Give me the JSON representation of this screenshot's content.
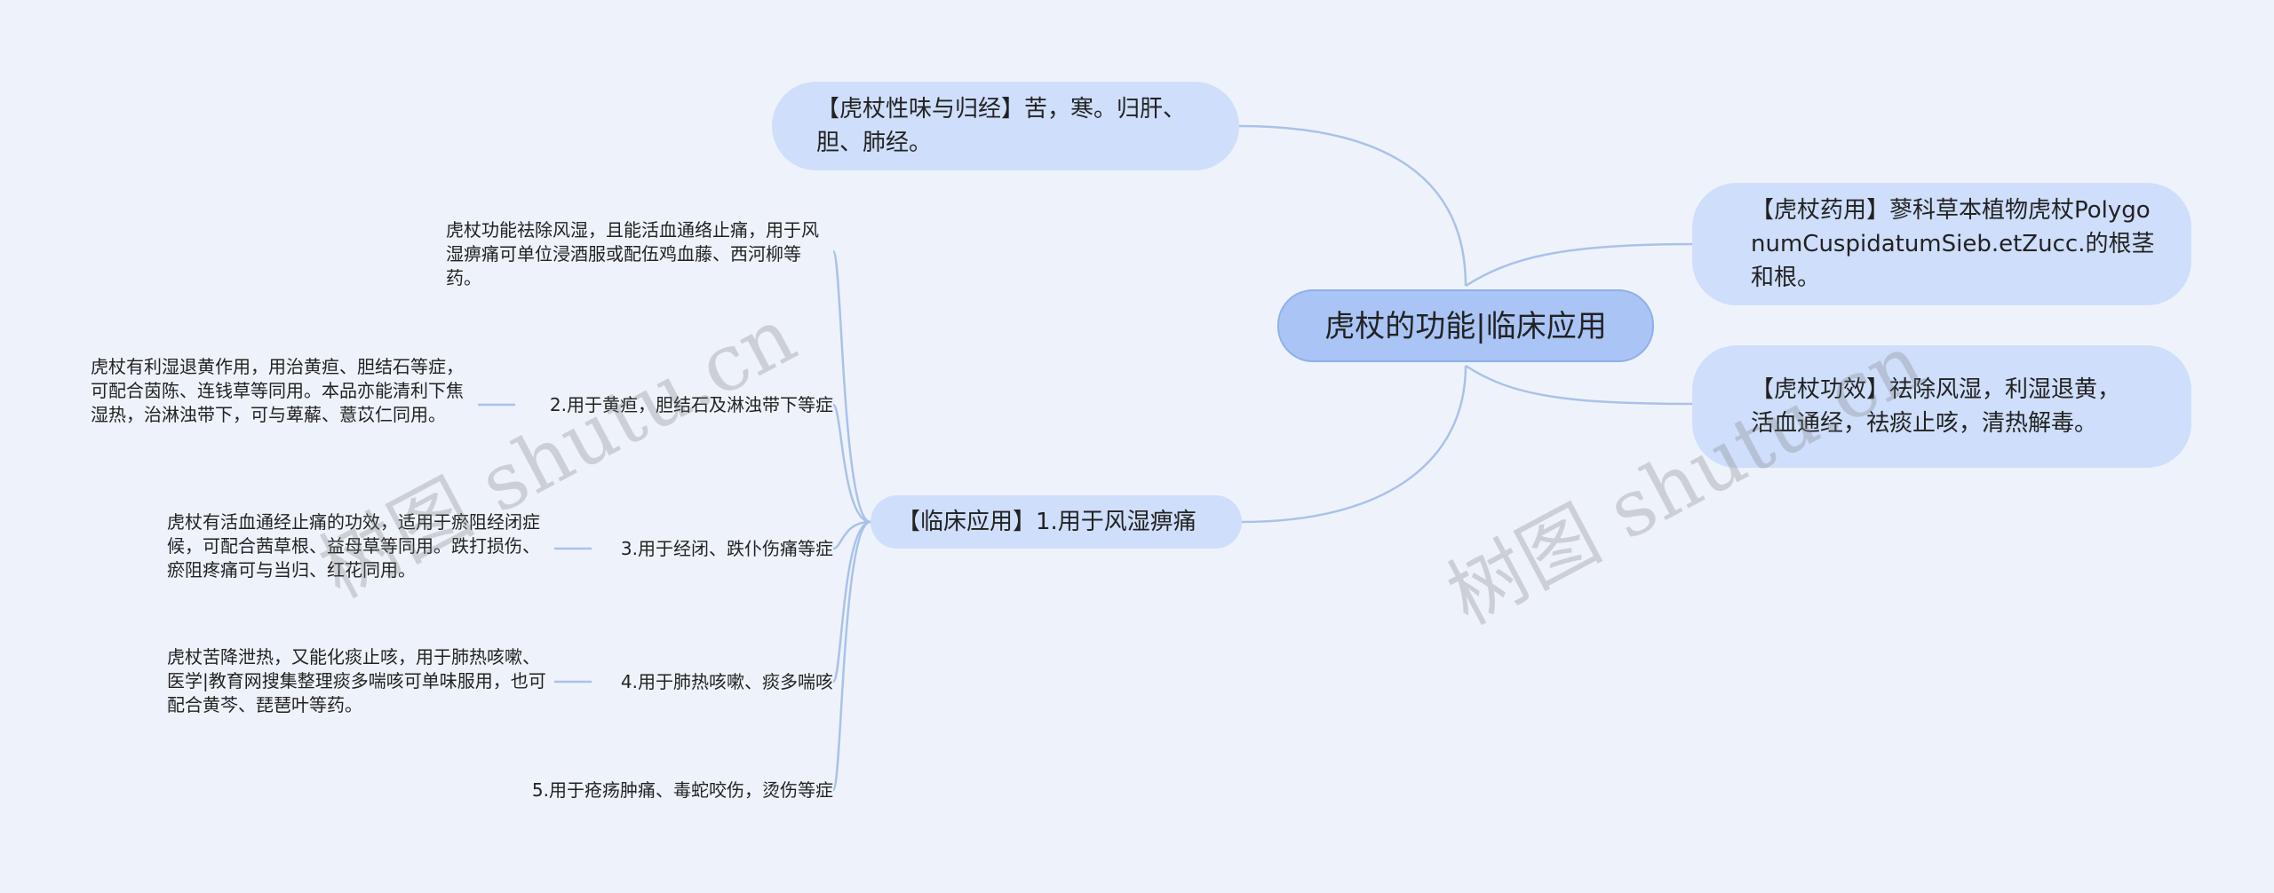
{
  "root": {
    "label": "虎杖的功能|临床应用"
  },
  "right_branches": [
    {
      "label": "【虎杖药用】蓼科草本植物虎杖PolygonumCuspidatumSieb.etZucc.的根茎和根。"
    },
    {
      "label": "【虎杖功效】祛除风湿，利湿退黄，活血通经，祛痰止咳，清热解毒。"
    }
  ],
  "left_branches": {
    "taste": {
      "label": "【虎杖性味与归经】苦，寒。归肝、胆、肺经。"
    },
    "clinical": {
      "label": "【临床应用】1.用于风湿痹痛",
      "children": [
        {
          "label": "虎杖功能祛除风湿，且能活血通络止痛，用于风湿痹痛可单位浸酒服或配伍鸡血藤、西河柳等药。"
        },
        {
          "label": "2.用于黄疸，胆结石及淋浊带下等症",
          "note": "虎杖有利湿退黄作用，用治黄疸、胆结石等症，可配合茵陈、连钱草等同用。本品亦能清利下焦湿热，治淋浊带下，可与萆薢、薏苡仁同用。"
        },
        {
          "label": "3.用于经闭、跌仆伤痛等症",
          "note": "虎杖有活血通经止痛的功效，适用于瘀阻经闭症候，可配合茜草根、益母草等同用。跌打损伤、瘀阻疼痛可与当归、红花同用。"
        },
        {
          "label": "4.用于肺热咳嗽、痰多喘咳",
          "note": "虎杖苦降泄热，又能化痰止咳，用于肺热咳嗽、医学|教育网搜集整理痰多喘咳可单味服用，也可配合黄芩、琵琶叶等药。"
        },
        {
          "label": "5.用于疮疡肿痛、毒蛇咬伤，烫伤等症"
        }
      ]
    }
  },
  "watermarks": [
    "树图 shutu.cn",
    "树图 shutu.cn"
  ],
  "colors": {
    "background": "#eef3fb",
    "pill": "#cfdefa",
    "root": "#a9c4f5",
    "line": "#a9c2ea"
  }
}
